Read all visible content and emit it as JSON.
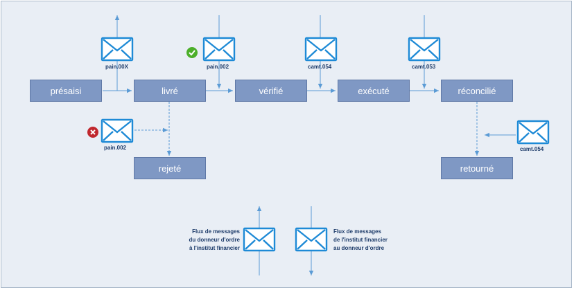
{
  "states": {
    "presaisi": "présaisi",
    "livre": "livré",
    "verifie": "vérifié",
    "execute": "exécuté",
    "reconcilie": "réconcilié",
    "rejete": "rejeté",
    "retourne": "retourné"
  },
  "messages": {
    "pain00x": "pain.00X",
    "pain002_ok": "pain.002",
    "camt054_top": "camt.054",
    "camt053": "camt.053",
    "pain002_err": "pain.002",
    "camt054_side": "camt.054"
  },
  "legend": {
    "outgoing": [
      "Flux de messages",
      "du donneur d'ordre",
      "à l'institut financier"
    ],
    "incoming": [
      "Flux de messages",
      "de l'institut financier",
      "au donneur d'ordre"
    ]
  },
  "colors": {
    "state_fill": "#7f98c4",
    "arrow": "#5b9bd5",
    "envelope_stroke": "#1e8ad6",
    "label": "#1f3d6b",
    "success": "#4caf2a",
    "error": "#c0272d"
  },
  "icons": {
    "envelope": "envelope-icon",
    "success": "check-circle-icon",
    "error": "x-circle-icon"
  }
}
